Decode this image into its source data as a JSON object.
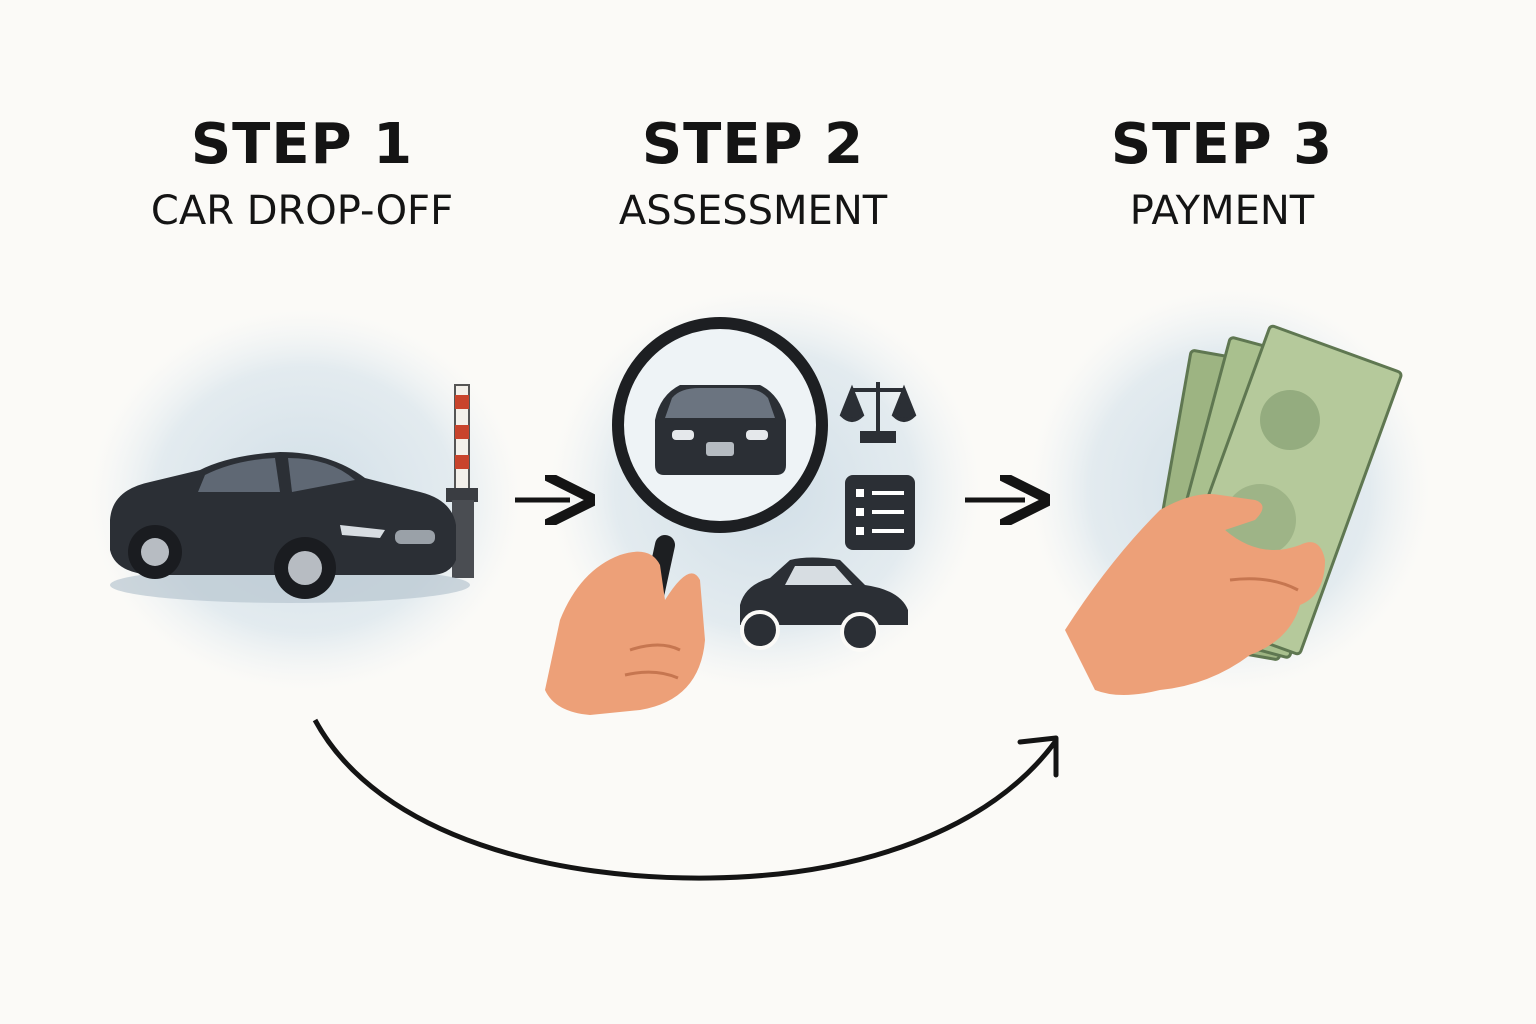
{
  "steps": [
    {
      "number": "STEP 1",
      "name": "CAR DROP-OFF",
      "icon": "car-at-barrier-icon"
    },
    {
      "number": "STEP 2",
      "name": "ASSESSMENT",
      "icon": "magnifier-car-icon"
    },
    {
      "number": "STEP 3",
      "name": "PAYMENT",
      "icon": "hand-with-cash-icon"
    }
  ],
  "colors": {
    "text": "#141414",
    "watercolor_wash": "#c9d9e4",
    "car_body": "#2b2f35",
    "skin": "#eda078",
    "cash": "#a9c08e",
    "barrier_stripe": "#c8442c"
  }
}
